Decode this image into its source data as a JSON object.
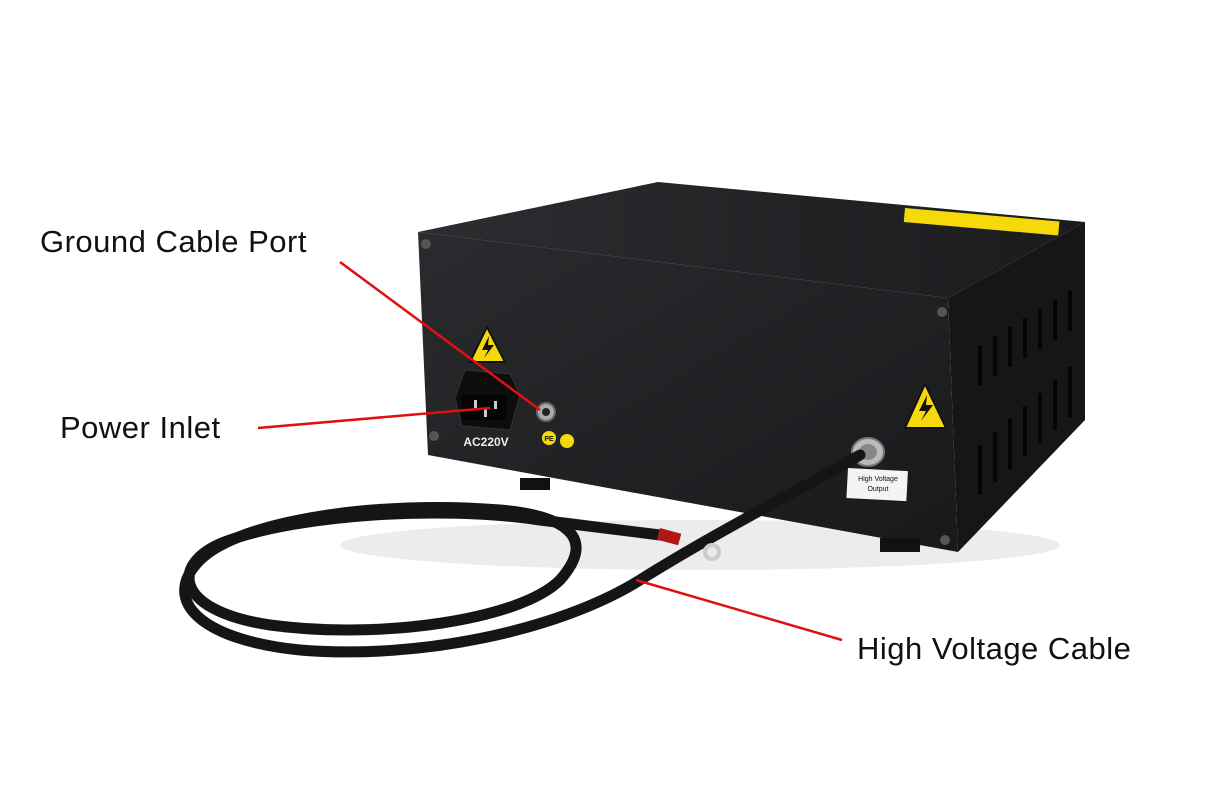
{
  "callouts": {
    "ground_cable_port": "Ground Cable Port",
    "power_inlet": "Power Inlet",
    "high_voltage_cable": "High Voltage Cable"
  },
  "device_labels": {
    "ac_rating": "AC220V",
    "pe": "PE",
    "hv_output_line1": "High Voltage",
    "hv_output_line2": "Output"
  },
  "colors": {
    "leader_line": "#e01010",
    "warning_yellow": "#f5d90a",
    "chassis": "#1c1d1f"
  }
}
